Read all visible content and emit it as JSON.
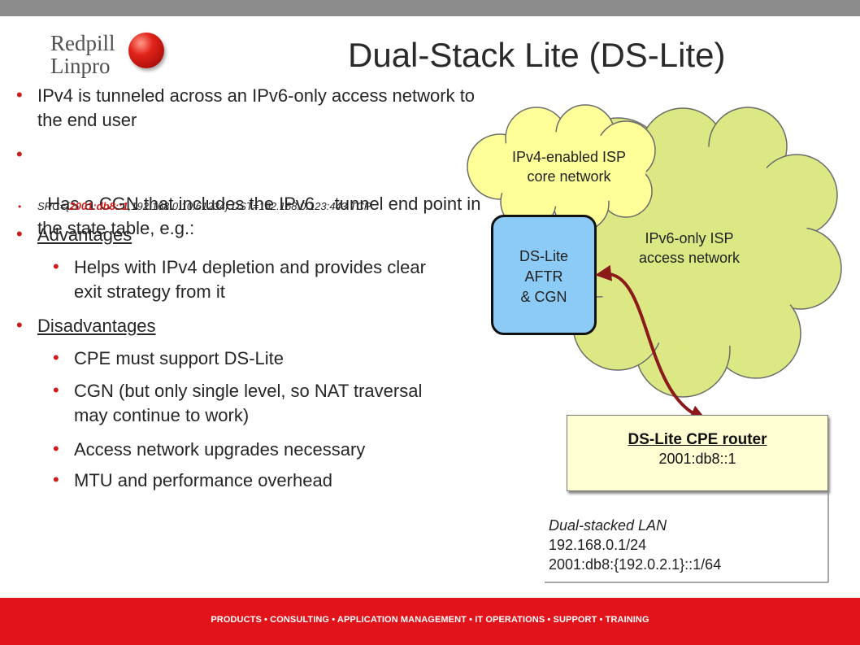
{
  "logo": {
    "line1": "Redpill",
    "line2": "Linpro"
  },
  "title": "Dual-Stack Lite (DS-Lite)",
  "bullets": {
    "b1": "IPv4 is tunneled across an IPv6-only access network to the end user",
    "b2": "Has a CGN that includes the IPv6    tunnel end point in the state table, e.g.:",
    "b3": {
      "prefix": "SRC={",
      "addr": "2001:db8::1",
      "suffix": ",192.168.0.10:61234} DST=192.168.0.123:443 TCP"
    },
    "advantages": "Advantages",
    "adv_items": [
      "Helps with IPv4 depletion and provides clear exit strategy from it"
    ],
    "disadvantages": "Disadvantages",
    "disadv_items": [
      "CPE must support DS-Lite",
      "CGN (but only single level, so NAT traversal may continue to work)",
      "Access network upgrades necessary",
      "MTU and performance overhead"
    ]
  },
  "diagram": {
    "ipv4_cloud": {
      "line1": "IPv4-enabled ISP",
      "line2": "core network"
    },
    "ipv6_cloud": {
      "line1": "IPv6-only ISP",
      "line2": "access network"
    },
    "aftr": {
      "line1": "DS-Lite",
      "line2": "AFTR",
      "line3": "& CGN"
    },
    "cpe": {
      "title": "DS-Lite CPE router",
      "addr": "2001:db8::1"
    },
    "lan": {
      "label": "Dual-stacked LAN",
      "ipv4": "192.168.0.1/24",
      "ipv6": "2001:db8:{192.0.2.1}::1/64"
    }
  },
  "footer": "PRODUCTS • CONSULTING • APPLICATION MANAGEMENT • IT OPERATIONS • SUPPORT • TRAINING",
  "colors": {
    "accent": "#e0141a",
    "cloud_fill": "#dce883",
    "ipv4_cloud_fill": "#ffff99",
    "aftr_fill": "#8ccbf5",
    "cpe_fill": "#fffdd2",
    "arrow": "#8b1a1a"
  }
}
